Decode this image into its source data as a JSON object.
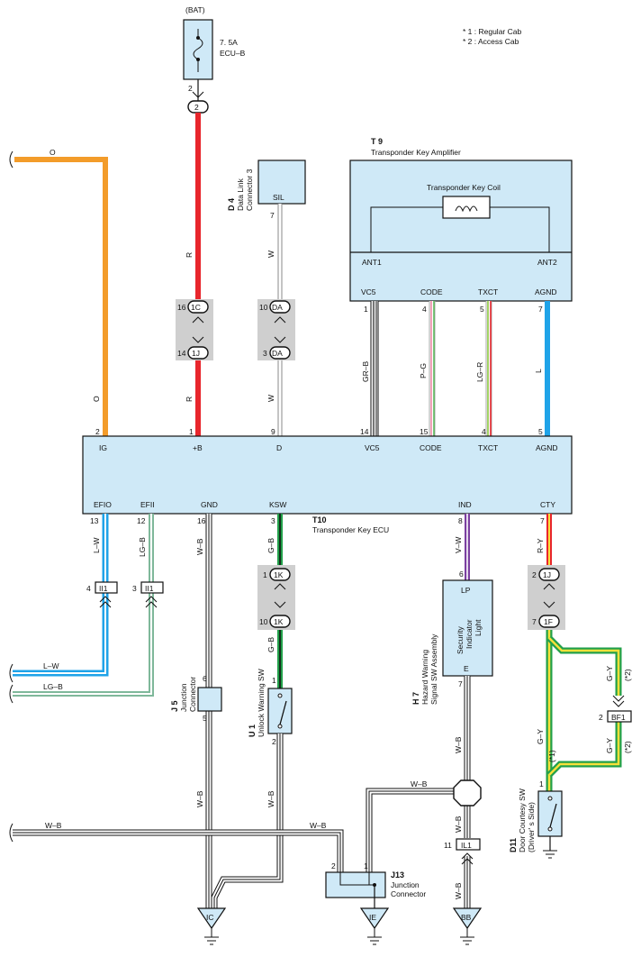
{
  "notes": [
    "* 1 : Regular Cab",
    "* 2 : Access Cab"
  ],
  "battery": {
    "label": "(BAT)",
    "fuse_rating": "7. 5A",
    "fuse_name": "ECU–B",
    "pin": "2",
    "connector": "2"
  },
  "ecu": {
    "code": "T10",
    "name": "Transponder Key ECU",
    "top_pins": [
      "IG",
      "+B",
      "D",
      "VC5",
      "CODE",
      "TXCT",
      "AGND"
    ],
    "top_nums": [
      "2",
      "1",
      "9",
      "14",
      "15",
      "4",
      "5"
    ],
    "bottom_pins": [
      "EFIO",
      "EFII",
      "GND",
      "KSW",
      "IND",
      "CTY"
    ],
    "bottom_nums": [
      "13",
      "12",
      "16",
      "3",
      "8",
      "7"
    ]
  },
  "amplifier": {
    "code": "T 9",
    "name": "Transponder Key Amplifier",
    "coil": "Transponder Key Coil",
    "ant1": "ANT1",
    "ant2": "ANT2",
    "pins": [
      "VC5",
      "CODE",
      "TXCT",
      "AGND"
    ],
    "nums": [
      "1",
      "4",
      "5",
      "7"
    ]
  },
  "dlc": {
    "code": "D 4",
    "name1": "Data Link",
    "name2": "Connector 3",
    "pin": "SIL",
    "num": "7"
  },
  "wires": {
    "O": "O",
    "R": "R",
    "W": "W",
    "GR_B": "GR–B",
    "P_G": "P–G",
    "LG_R": "LG–R",
    "L": "L",
    "L_W": "L–W",
    "LG_B": "LG–B",
    "W_B": "W–B",
    "G_B": "G–B",
    "V_W": "V–W",
    "R_Y": "R–Y",
    "G_Y": "G–Y"
  },
  "connectors": {
    "1C": "1C",
    "1J": "1J",
    "DA": "DA",
    "1K": "1K",
    "1F": "1F",
    "II1": "II1",
    "IL1": "IL1",
    "BF1": "BF1"
  },
  "pins": {
    "p16": "16",
    "p14": "14",
    "p10": "10",
    "p3": "3",
    "p1": "1",
    "p4": "4",
    "p2": "2",
    "p7": "7",
    "p6": "6",
    "p5": "5",
    "p11": "11"
  },
  "j5": {
    "code": "J 5",
    "name1": "Junction",
    "name2": "Connector"
  },
  "u1": {
    "code": "U 1",
    "name": "Unlock Warning SW"
  },
  "h7": {
    "code": "H 7",
    "name1": "Hazard Warning",
    "name2": "Signal SW Assembly",
    "lp": "LP",
    "e": "E",
    "light1": "Security",
    "light2": "Indicator",
    "light3": "Light"
  },
  "j13": {
    "code": "J13",
    "name1": "Junction",
    "name2": "Connector"
  },
  "d11": {
    "code": "D11",
    "name1": "Door Courtesy SW",
    "name2": "(Driver' s Side)"
  },
  "grounds": [
    "IC",
    "IE",
    "BB"
  ],
  "star1": "(*1)",
  "star2": "(*2)"
}
